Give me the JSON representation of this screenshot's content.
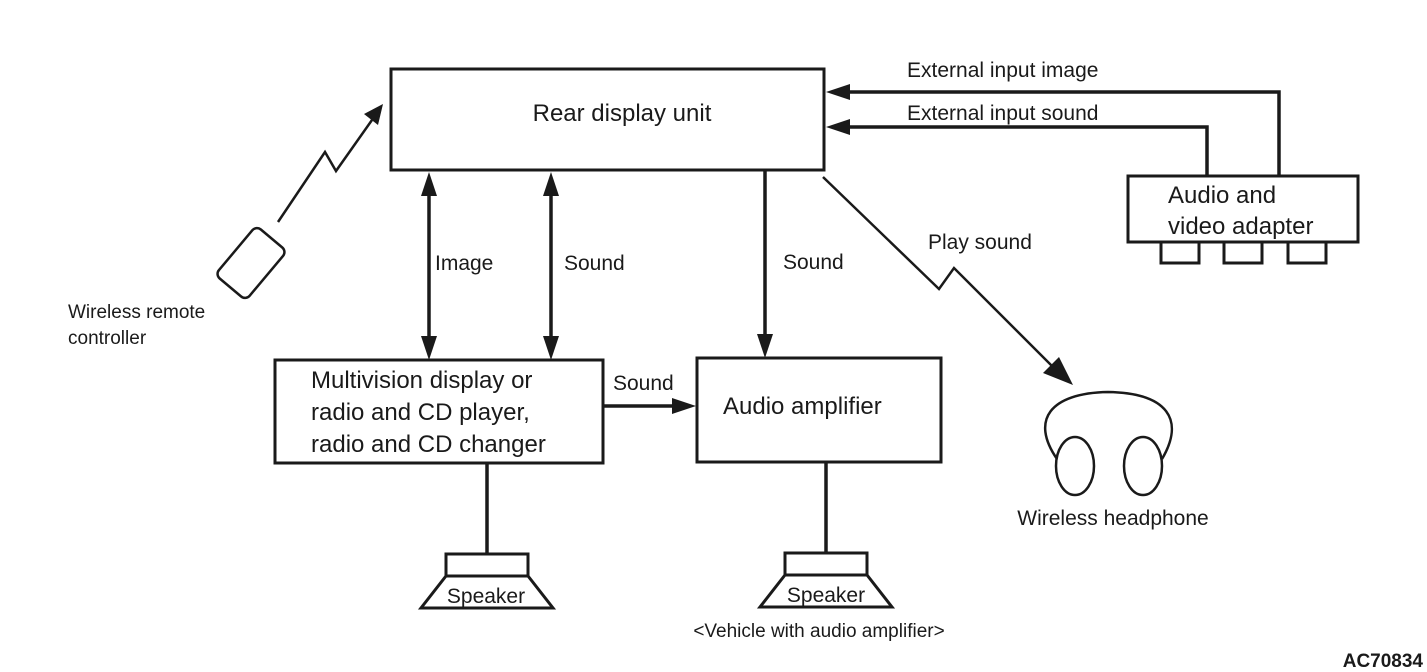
{
  "diagram": {
    "nodes": {
      "rear_display": {
        "label": "Rear display unit"
      },
      "av_adapter": {
        "lines": [
          "Audio and",
          "video adapter"
        ]
      },
      "multivision": {
        "lines": [
          "Multivision display or",
          "radio and CD player,",
          "radio and CD changer"
        ]
      },
      "audio_amp": {
        "label": "Audio amplifier"
      },
      "remote": {
        "lines": [
          "Wireless remote",
          "controller"
        ]
      },
      "headphone": {
        "label": "Wireless headphone"
      },
      "speaker_left": {
        "label": "Speaker"
      },
      "speaker_right": {
        "label": "Speaker"
      }
    },
    "edges": {
      "ext_image": "External input image",
      "ext_sound": "External input sound",
      "image": "Image",
      "sound_left": "Sound",
      "sound_center": "Sound",
      "play_sound": "Play sound",
      "sound_mv_amp": "Sound"
    },
    "notes": {
      "vehicle_note": "<Vehicle with audio amplifier>",
      "figure_code": "AC70834"
    }
  }
}
